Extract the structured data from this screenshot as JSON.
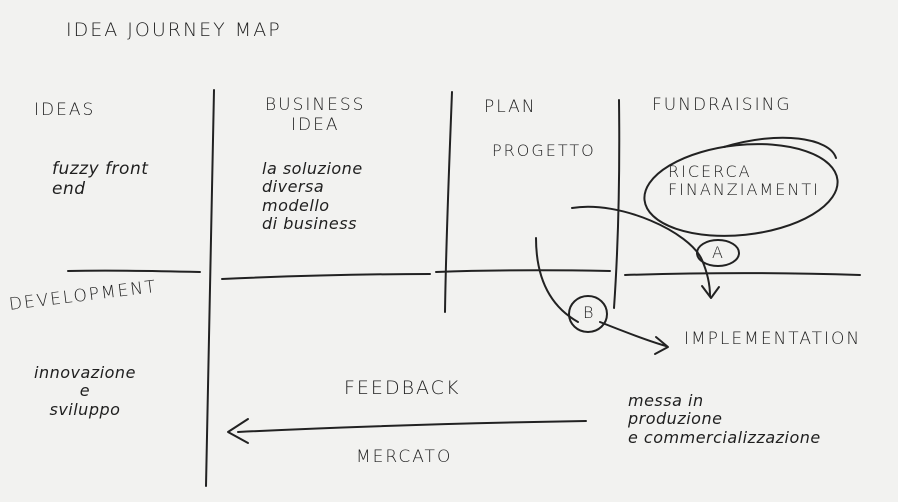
{
  "title": "IDEA JOURNEY MAP",
  "quadrants": {
    "ideas": {
      "label": "IDEAS",
      "note": "fuzzy front\nend"
    },
    "business_idea": {
      "label": "BUSINESS\nIDEA",
      "note": "la soluzione\ndiversa\nmodello\ndi business"
    },
    "plan": {
      "label": "PLAN",
      "note": "PROGETTO"
    },
    "fundraising": {
      "label": "FUNDRAISING",
      "note": "RICERCA\nFINANZIAMENTI"
    },
    "development": {
      "label": "DEVELOPMENT",
      "note": "innovazione\ne\nsviluppo"
    },
    "implementation": {
      "label": "IMPLEMENTATION",
      "note": "messa in\nproduzione\ne commercializzazione"
    }
  },
  "feedback": {
    "label": "FEEDBACK",
    "sublabel": "MERCATO"
  },
  "markers": {
    "a": "A",
    "b": "B"
  },
  "colors": {
    "ink": "#1f1f1f",
    "paper": "#f2f2f0"
  }
}
